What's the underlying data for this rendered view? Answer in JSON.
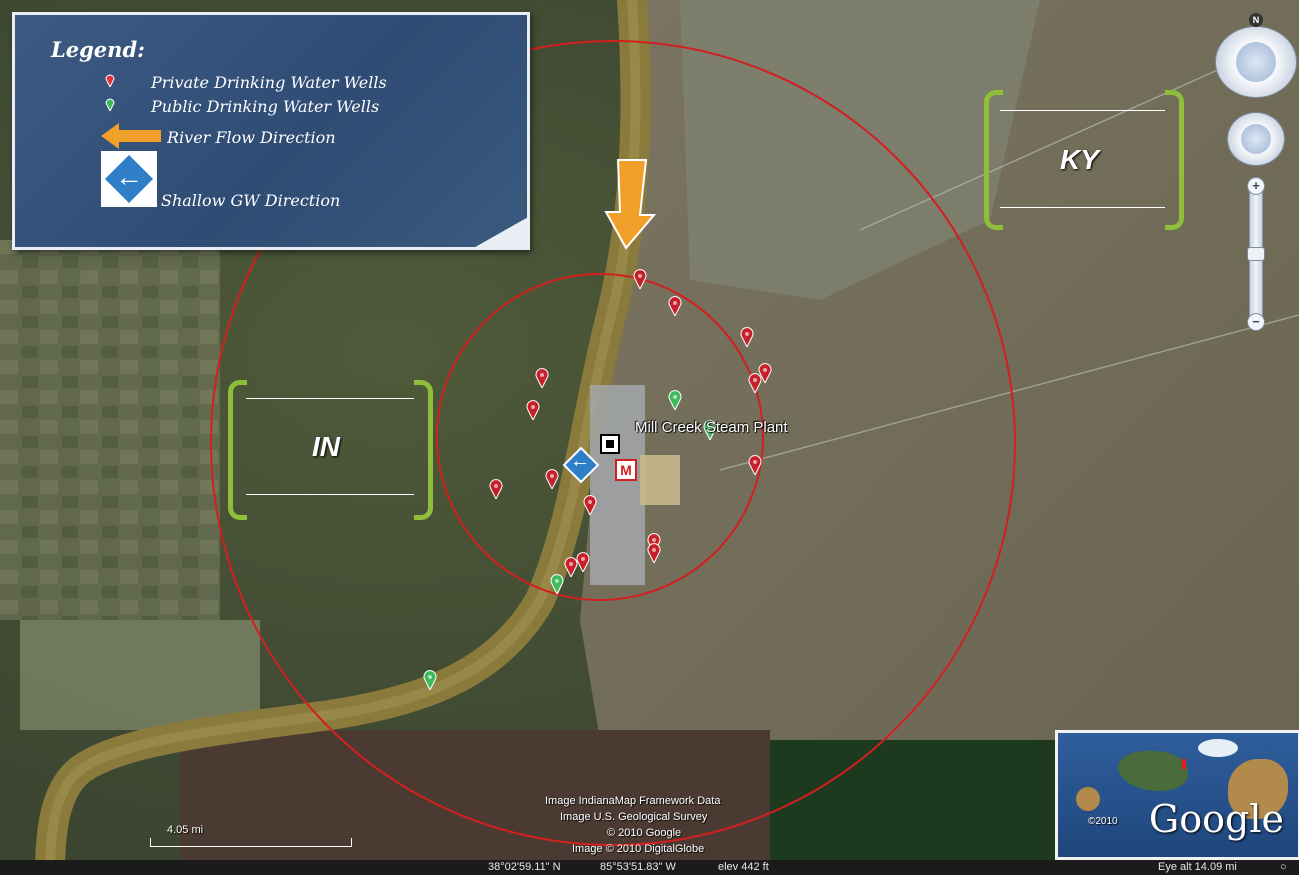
{
  "legend": {
    "title": "Legend:",
    "items": [
      {
        "label": "Private Drinking Water Wells",
        "icon": "red-pin-icon"
      },
      {
        "label": "Public Drinking Water Wells",
        "icon": "green-pin-icon"
      },
      {
        "label": "River Flow Direction",
        "icon": "orange-arrow-icon"
      },
      {
        "label": "Shallow GW Direction",
        "icon": "blue-diamond-arrow-icon"
      }
    ]
  },
  "labels": {
    "state_in": "IN",
    "state_ky": "KY",
    "plant": "Mill Creek Steam Plant",
    "plant_marker": "M"
  },
  "attribution": {
    "line1": "Image IndianaMap Framework Data",
    "line2": "Image U.S. Geological Survey",
    "line3": "© 2010 Google",
    "line4": "Image © 2010 DigitalGlobe"
  },
  "scale": {
    "label": "4.05 mi"
  },
  "status": {
    "lat": "38°02'59.11\" N",
    "lon": "85°53'51.83\" W",
    "elev": "elev   442 ft",
    "eye_alt": "Eye alt   14.09 mi"
  },
  "inset": {
    "logo": "Google",
    "year": "©2010"
  },
  "nav": {
    "north": "N",
    "zoom_in": "+",
    "zoom_out": "−"
  },
  "colors": {
    "ring": "#d31f1f",
    "river": "#8a7a3c",
    "private_well": "#c8202a",
    "public_well": "#3dbb5a",
    "bracket": "#8fbf3a",
    "legend_bg": "#33527a"
  }
}
